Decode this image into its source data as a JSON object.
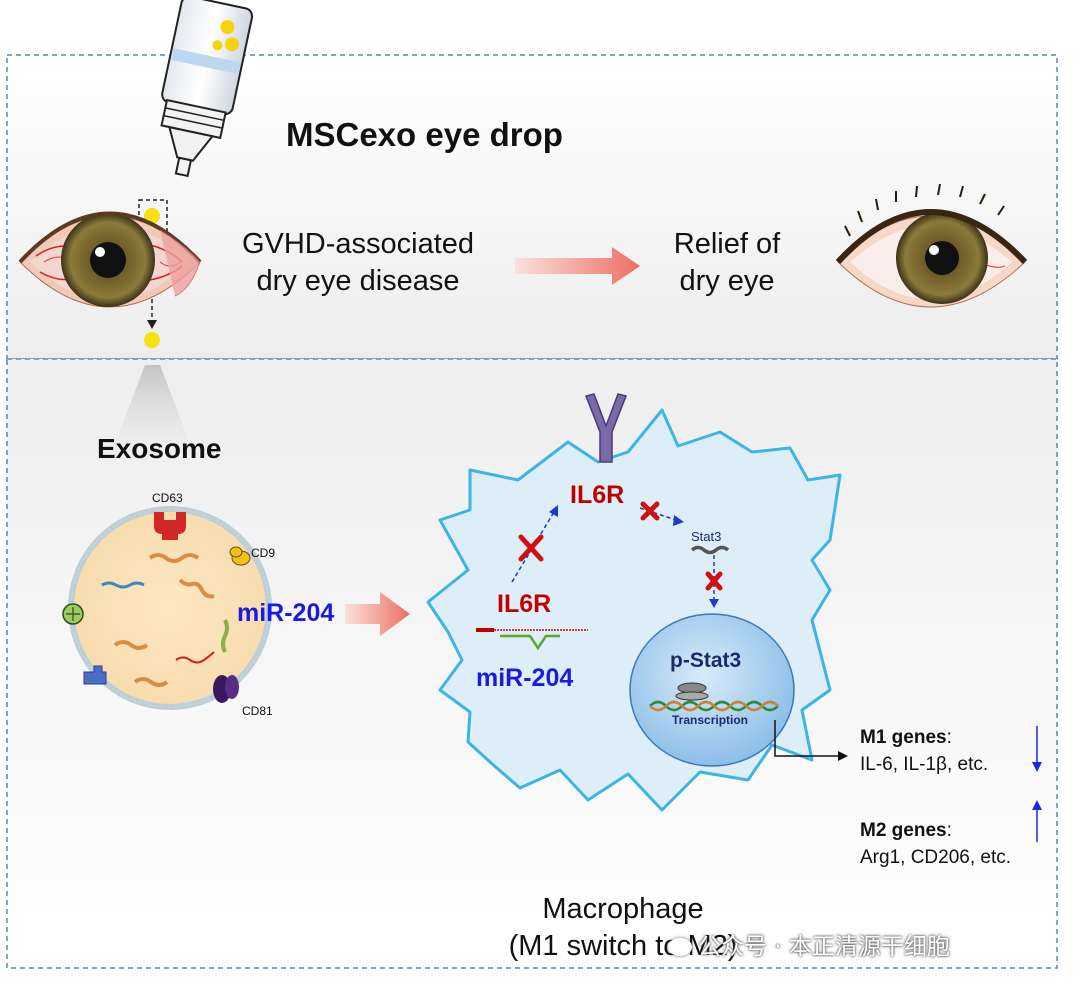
{
  "top": {
    "title": "MSCexo eye drop",
    "left_label_line1": "GVHD-associated",
    "left_label_line2": "dry eye disease",
    "right_label_line1": "Relief of",
    "right_label_line2": "dry eye"
  },
  "exosome": {
    "title": "Exosome",
    "markers": [
      "CD63",
      "CD9",
      "CD81"
    ],
    "cargo": "miR-204"
  },
  "macrophage": {
    "receptor": "IL6R",
    "stat3": "Stat3",
    "pstat3": "p-Stat3",
    "transcription": "Transcription",
    "mrna_target": "IL6R",
    "mirna": "miR-204",
    "caption_line1": "Macrophage",
    "caption_line2": "(M1 switch to M2)"
  },
  "genes": {
    "m1_label": "M1 genes",
    "m1_suffix": ":",
    "m1_list": "IL-6, IL-1β, etc.",
    "m2_label": "M2 genes",
    "m2_suffix": ":",
    "m2_list": "Arg1, CD206, etc."
  },
  "watermark": "公众号 · 本正清源干细胞",
  "colors": {
    "red_label": "#c00000",
    "blue_label": "#1a1ae0",
    "cell_border": "#3cb4e6",
    "arrow_dash": "#1a3ad0",
    "block_cross": "#d01010"
  }
}
